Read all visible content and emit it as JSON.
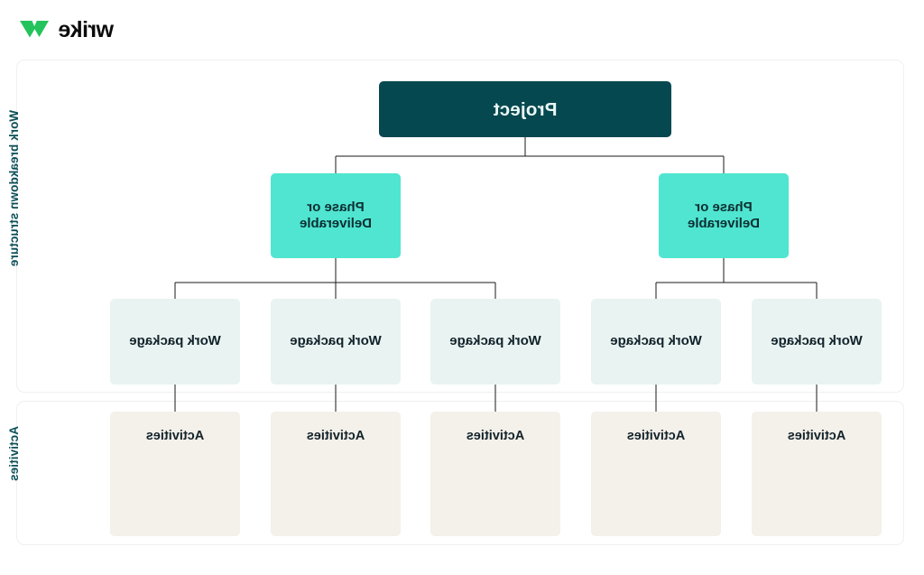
{
  "brand": {
    "logo_text": "wrike",
    "logo_icon": "wrike-checkmark-logo",
    "logo_mark_color": "#24C35C",
    "logo_word_color": "#0B0B0B"
  },
  "colors": {
    "project_bg": "#06484F",
    "project_text": "#EAF7F6",
    "phase_bg": "#4FE5D0",
    "phase_text": "#0C2E33",
    "work_package_bg": "#E9F3F2",
    "work_package_text": "#12232A",
    "activities_bg": "#F4F0EA",
    "activities_text": "#12232A",
    "frame_border": "#F0F0F3",
    "side_label": "#0C4F57",
    "connector_line": "#1A1A1A",
    "page_bg": "#FFFFFF"
  },
  "sections": {
    "wbs_label": "Work breakdown structure",
    "activities_label": "Activities"
  },
  "diagram": {
    "type": "work-breakdown-structure",
    "root": {
      "label": "Project"
    },
    "phases": [
      {
        "label": "Phase or Deliverable"
      },
      {
        "label": "Phase or Deliverable"
      }
    ],
    "work_packages": [
      {
        "label": "Work package"
      },
      {
        "label": "Work package"
      },
      {
        "label": "Work package"
      },
      {
        "label": "Work package"
      },
      {
        "label": "Work package"
      }
    ],
    "activities": [
      {
        "label": "Activities"
      },
      {
        "label": "Activities"
      },
      {
        "label": "Activities"
      },
      {
        "label": "Activities"
      },
      {
        "label": "Activities"
      }
    ]
  }
}
